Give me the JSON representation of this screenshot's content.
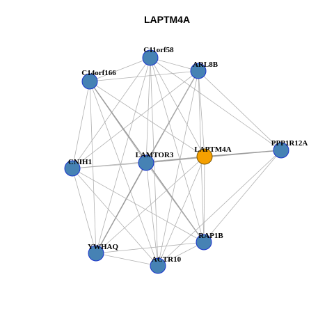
{
  "title": "LAPTM4A",
  "colors": {
    "node_fill": "#4682b4",
    "node_stroke": "#1a33cc",
    "highlight_fill": "#f5a000",
    "highlight_stroke": "#7a5400",
    "edge": "#b0b0b0",
    "edge_strong": "#9a9a9a"
  },
  "nodes": [
    {
      "id": "C11orf58",
      "label": "C11orf58",
      "highlight": false
    },
    {
      "id": "ARL8B",
      "label": "ARL8B",
      "highlight": false
    },
    {
      "id": "C14orf166",
      "label": "C14orf166",
      "highlight": false
    },
    {
      "id": "PPP1R12A",
      "label": "PPP1R12A",
      "highlight": false
    },
    {
      "id": "LAPTM4A",
      "label": "LAPTM4A",
      "highlight": true
    },
    {
      "id": "LAMTOR3",
      "label": "LAMTOR3",
      "highlight": false
    },
    {
      "id": "CNIH1",
      "label": "CNIH1",
      "highlight": false
    },
    {
      "id": "RAP1B",
      "label": "RAP1B",
      "highlight": false
    },
    {
      "id": "YWHAQ",
      "label": "YWHAQ",
      "highlight": false
    },
    {
      "id": "ACTR10",
      "label": "ACTR10",
      "highlight": false
    }
  ],
  "edges": [
    [
      "C11orf58",
      "C14orf166"
    ],
    [
      "C11orf58",
      "ARL8B"
    ],
    [
      "C11orf58",
      "PPP1R12A"
    ],
    [
      "C11orf58",
      "LAPTM4A"
    ],
    [
      "C11orf58",
      "LAMTOR3"
    ],
    [
      "C11orf58",
      "CNIH1"
    ],
    [
      "C11orf58",
      "RAP1B"
    ],
    [
      "C11orf58",
      "YWHAQ"
    ],
    [
      "C11orf58",
      "ACTR10"
    ],
    [
      "ARL8B",
      "C14orf166"
    ],
    [
      "ARL8B",
      "PPP1R12A"
    ],
    [
      "ARL8B",
      "LAPTM4A"
    ],
    [
      "ARL8B",
      "LAMTOR3"
    ],
    [
      "ARL8B",
      "CNIH1"
    ],
    [
      "ARL8B",
      "RAP1B"
    ],
    [
      "ARL8B",
      "YWHAQ"
    ],
    [
      "ARL8B",
      "ACTR10"
    ],
    [
      "C14orf166",
      "LAPTM4A"
    ],
    [
      "C14orf166",
      "LAMTOR3"
    ],
    [
      "C14orf166",
      "CNIH1"
    ],
    [
      "C14orf166",
      "RAP1B"
    ],
    [
      "C14orf166",
      "YWHAQ"
    ],
    [
      "C14orf166",
      "ACTR10"
    ],
    [
      "PPP1R12A",
      "LAMTOR3"
    ],
    [
      "PPP1R12A",
      "LAPTM4A"
    ],
    [
      "PPP1R12A",
      "RAP1B"
    ],
    [
      "PPP1R12A",
      "ACTR10"
    ],
    [
      "LAPTM4A",
      "LAMTOR3"
    ],
    [
      "LAPTM4A",
      "CNIH1"
    ],
    [
      "LAPTM4A",
      "RAP1B"
    ],
    [
      "LAPTM4A",
      "YWHAQ"
    ],
    [
      "LAPTM4A",
      "ACTR10"
    ],
    [
      "LAMTOR3",
      "CNIH1"
    ],
    [
      "LAMTOR3",
      "RAP1B"
    ],
    [
      "LAMTOR3",
      "YWHAQ"
    ],
    [
      "LAMTOR3",
      "ACTR10"
    ],
    [
      "CNIH1",
      "RAP1B"
    ],
    [
      "CNIH1",
      "YWHAQ"
    ],
    [
      "CNIH1",
      "ACTR10"
    ],
    [
      "RAP1B",
      "YWHAQ"
    ],
    [
      "RAP1B",
      "ACTR10"
    ],
    [
      "YWHAQ",
      "ACTR10"
    ]
  ],
  "strong_edges": [
    [
      "ARL8B",
      "LAMTOR3"
    ],
    [
      "C14orf166",
      "RAP1B"
    ],
    [
      "LAMTOR3",
      "LAPTM4A"
    ],
    [
      "LAMTOR3",
      "YWHAQ"
    ],
    [
      "LAPTM4A",
      "PPP1R12A"
    ]
  ]
}
